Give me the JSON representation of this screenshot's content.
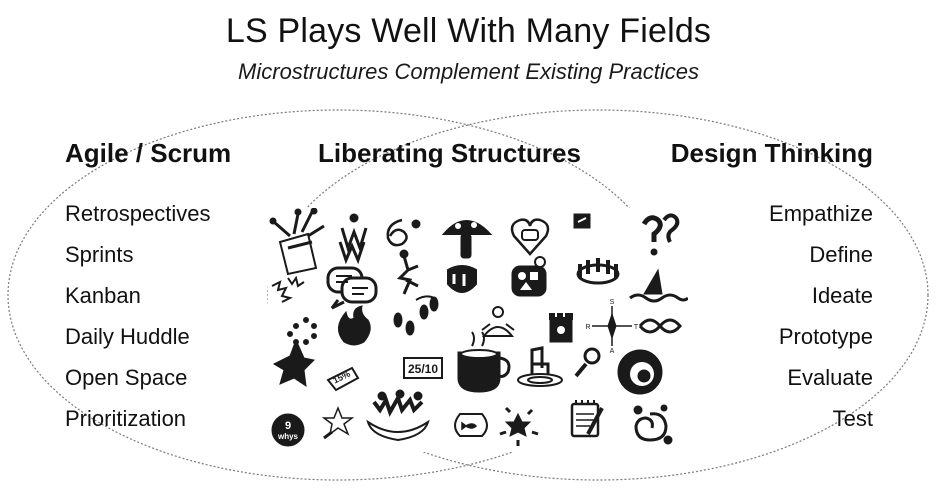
{
  "title": "LS Plays Well With Many Fields",
  "subtitle": "Microstructures Complement Existing Practices",
  "columns": {
    "left": {
      "heading": "Agile / Scrum",
      "items": [
        "Retrospectives",
        "Sprints",
        "Kanban",
        "Daily Huddle",
        "Open Space",
        "Prioritization"
      ]
    },
    "middle": {
      "heading": "Liberating Structures"
    },
    "right": {
      "heading": "Design Thinking",
      "items": [
        "Empathize",
        "Define",
        "Ideate",
        "Prototype",
        "Evaluate",
        "Test"
      ]
    }
  },
  "icon_labels": {
    "score": "25/10",
    "percent": "15%",
    "whys_count": "9",
    "whys_word": "whys",
    "compass_n": "S",
    "compass_w": "R",
    "compass_e": "T",
    "compass_s": "A"
  },
  "colors": {
    "text": "#111111",
    "circle_outline": "#7a7a7a",
    "icon_ink": "#1a1a1a"
  }
}
